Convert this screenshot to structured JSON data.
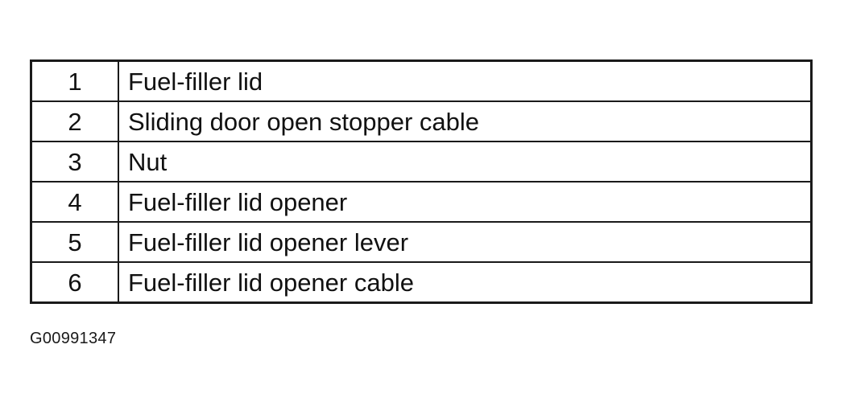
{
  "legend": {
    "rows": [
      {
        "number": "1",
        "description": "Fuel-filler lid"
      },
      {
        "number": "2",
        "description": "Sliding door open stopper cable"
      },
      {
        "number": "3",
        "description": "Nut"
      },
      {
        "number": "4",
        "description": "Fuel-filler lid opener"
      },
      {
        "number": "5",
        "description": "Fuel-filler lid opener lever"
      },
      {
        "number": "6",
        "description": "Fuel-filler lid opener cable"
      }
    ]
  },
  "figure": {
    "id": "G00991347"
  }
}
